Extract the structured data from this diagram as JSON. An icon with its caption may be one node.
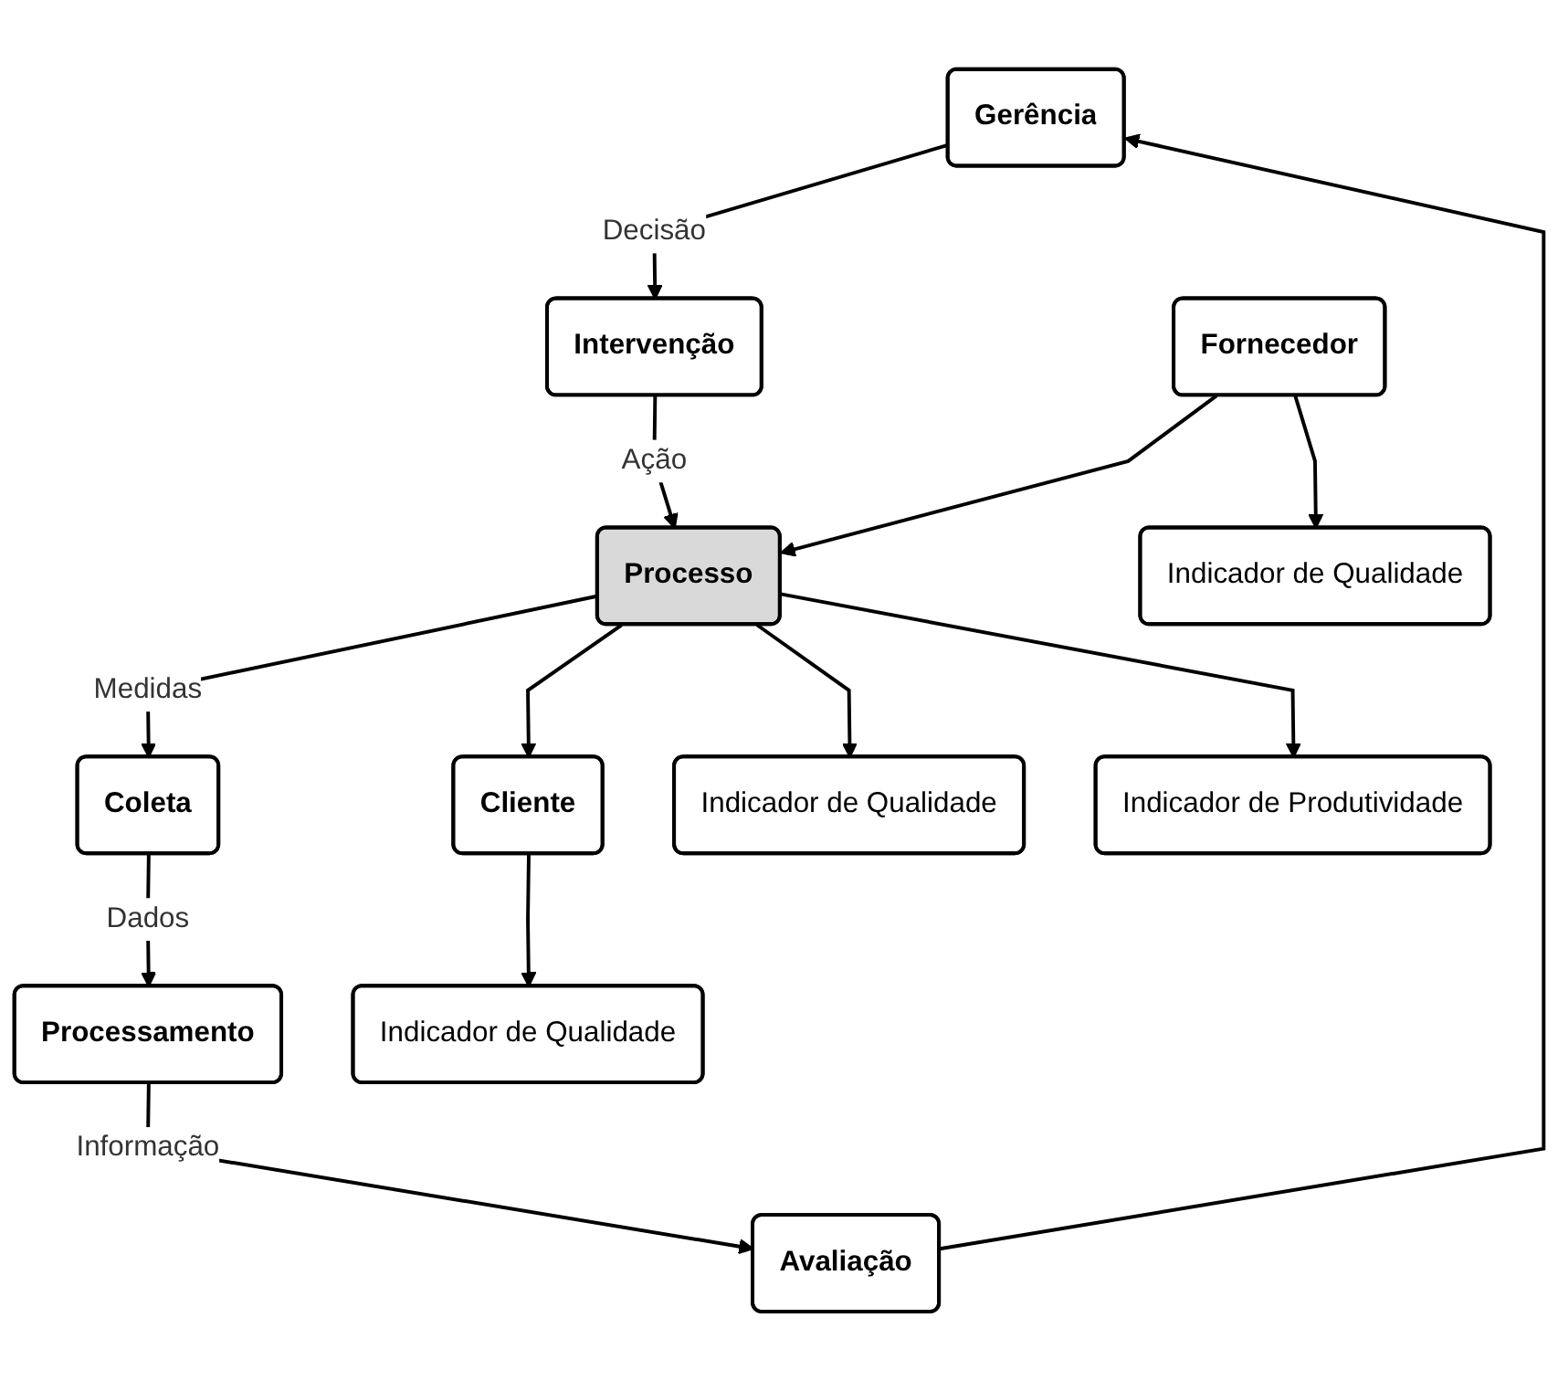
{
  "diagram": {
    "nodes": [
      {
        "text": [
          "Gerência"
        ]
      },
      {
        "text": [
          "Avaliação"
        ]
      },
      {
        "text": [
          "Processamento"
        ]
      },
      {
        "text": [
          "Intervenção"
        ]
      },
      {
        "text": [
          "Coleta"
        ]
      },
      {
        "text": [
          "Fornecedor"
        ]
      },
      {
        "text": [
          "Processo"
        ]
      },
      {
        "text": [
          "Cliente"
        ]
      },
      {
        "text": [
          "Indicador de Qualidade"
        ]
      },
      {
        "text": [
          "Indicador de Qualidade"
        ]
      },
      {
        "text": [
          "Indicador de Produtividade"
        ]
      },
      {
        "text": [
          "Indicador de Qualidade"
        ]
      }
    ],
    "edges": [
      {
        "from": 2,
        "to": 1,
        "arrow": "to",
        "label": "Informação"
      },
      {
        "from": 1,
        "to": 0,
        "arrow": "to"
      },
      {
        "from": 0,
        "to": 3,
        "arrow": "to",
        "label": "Decisão"
      },
      {
        "from": 3,
        "to": 6,
        "arrow": "to",
        "label": "Ação"
      },
      {
        "from": 6,
        "to": 4,
        "arrow": "to",
        "label": "Medidas"
      },
      {
        "from": 4,
        "to": 2,
        "arrow": "to",
        "label": "Dados"
      },
      {
        "from": 5,
        "to": 6,
        "arrow": "to"
      },
      {
        "from": 6,
        "to": 7,
        "arrow": "to"
      },
      {
        "from": 5,
        "to": 8,
        "arrow": "to"
      },
      {
        "from": 6,
        "to": 9,
        "arrow": "to"
      },
      {
        "from": 6,
        "to": 10,
        "arrow": "to"
      },
      {
        "from": 7,
        "to": 11,
        "arrow": "to"
      }
    ]
  }
}
